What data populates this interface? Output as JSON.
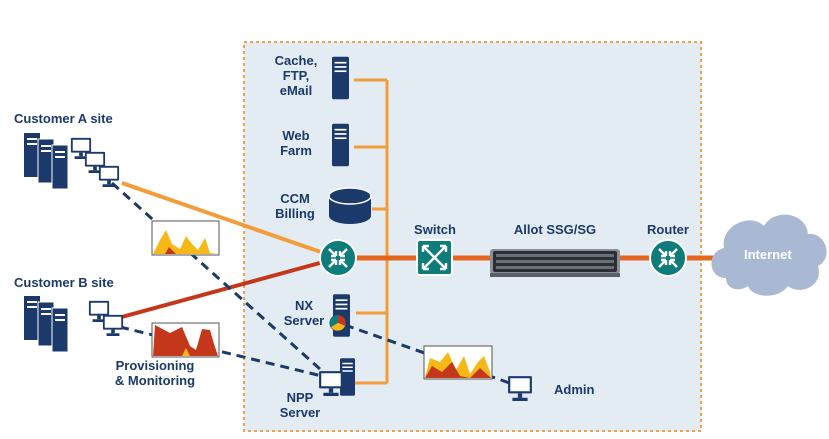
{
  "labels": {
    "customer_a": "Customer A site",
    "customer_b": "Customer B site",
    "cache_line1": "Cache,",
    "cache_line2": "FTP,",
    "cache_line3": "eMail",
    "web_line1": "Web",
    "web_line2": "Farm",
    "ccm_line1": "CCM",
    "ccm_line2": "Billing",
    "switch": "Switch",
    "allot": "Allot SSG/SG",
    "router": "Router",
    "internet": "Internet",
    "nx_line1": "NX",
    "nx_line2": "Server",
    "npp_line1": "NPP",
    "npp_line2": "Server",
    "prov_line1": "Provisioning",
    "prov_line2": "& Monitoring",
    "admin": "Admin"
  },
  "icons": [
    "server-tower-icon",
    "monitor-icon",
    "database-icon",
    "router-icon",
    "switch-icon",
    "appliance-icon",
    "cloud-icon",
    "traffic-graph-icon"
  ],
  "colors": {
    "navy": "#1b3a6b",
    "teal": "#0e7c7b",
    "orange_link": "#f39c3a",
    "red_link": "#c5371b",
    "core_link": "#e4661e",
    "dashed": "#1b3a6b",
    "panel_bg": "#e3ebf3",
    "panel_border": "#f0a050",
    "cloud": "#a9b9d4"
  }
}
